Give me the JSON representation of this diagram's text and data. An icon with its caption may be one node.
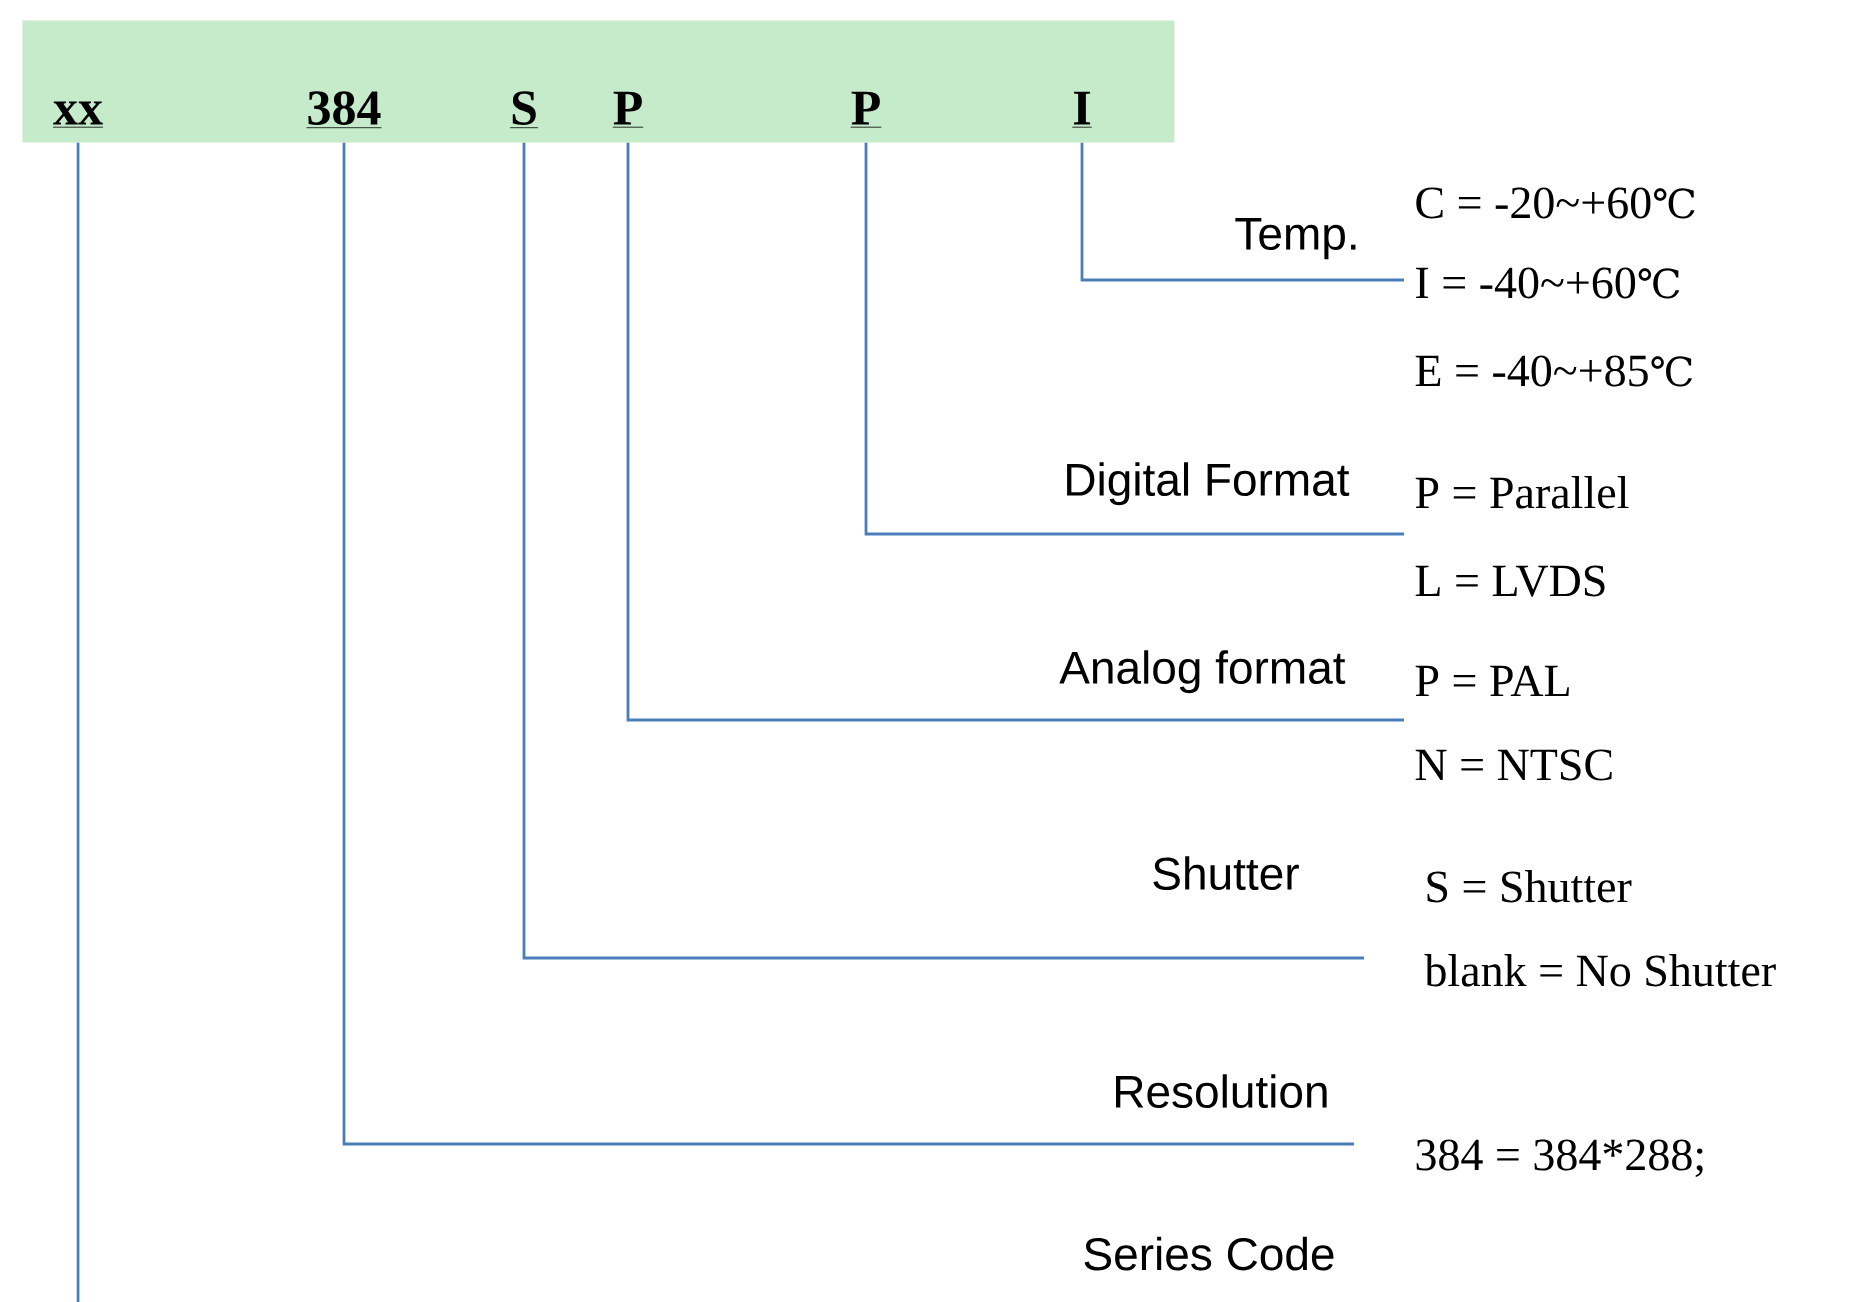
{
  "diagram": {
    "nodes": [
      {
        "text": [],
        "shape": "bar"
      },
      {
        "text": [
          "xx"
        ],
        "in": 0
      },
      {
        "text": [
          "384"
        ],
        "in": 0
      },
      {
        "text": [
          "S"
        ],
        "in": 0
      },
      {
        "text": [
          "P"
        ],
        "in": 0
      },
      {
        "text": [
          "P"
        ],
        "in": 0
      },
      {
        "text": [
          "I"
        ],
        "in": 0
      },
      {
        "text": [
          "Temp."
        ],
        "beside": [
          "C = -20~+60℃",
          "I = -40~+60℃",
          "E = -40~+85℃"
        ]
      },
      {
        "text": [
          "Digital Format"
        ],
        "beside": [
          "P = Parallel",
          "L = LVDS"
        ]
      },
      {
        "text": [
          "Analog format"
        ],
        "beside": [
          "P = PAL",
          "N = NTSC"
        ]
      },
      {
        "text": [
          "Shutter"
        ],
        "beside": [
          "S = Shutter",
          "blank = No Shutter"
        ]
      },
      {
        "text": [
          "Resolution"
        ],
        "beside": [
          "384 = 384*288;"
        ]
      }
    ],
    "edges": [
      {
        "from": 1,
        "to": null,
        "arrow": "none"
      },
      {
        "from": 6,
        "to": 7,
        "arrow": "none"
      },
      {
        "from": 5,
        "to": 8,
        "arrow": "none"
      },
      {
        "from": 4,
        "to": 9,
        "arrow": "none"
      },
      {
        "from": 3,
        "to": 10,
        "arrow": "none"
      },
      {
        "from": 2,
        "to": 11,
        "arrow": "none"
      }
    ],
    "labels": [
      "Series Code"
    ]
  }
}
